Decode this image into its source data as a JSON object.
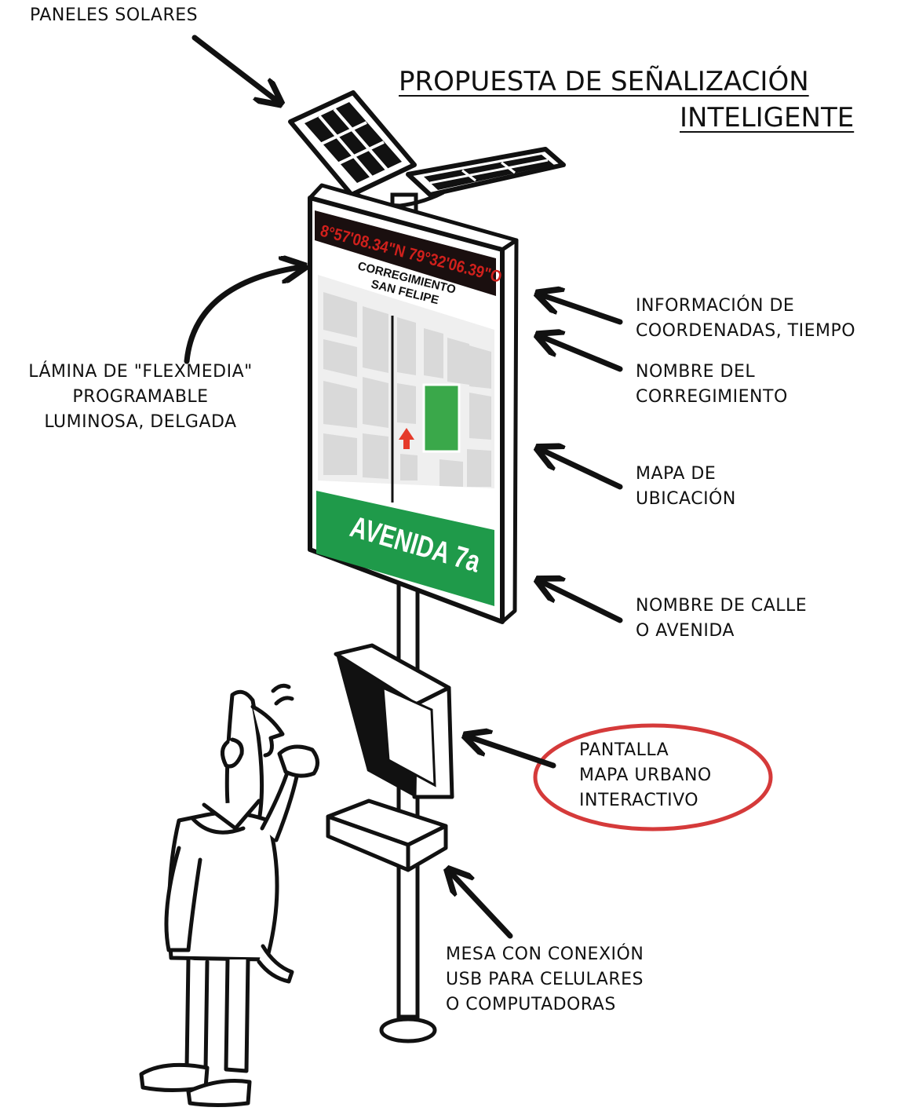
{
  "title": {
    "line1": "PROPUESTA DE SEÑALIZACIÓN",
    "line2": "INTELIGENTE"
  },
  "labels": {
    "paneles": "PANELES SOLARES",
    "lamina": [
      "LÁMINA DE \"FLEXMEDIA\"",
      "PROGRAMABLE",
      "LUMINOSA, DELGADA"
    ],
    "informacion": [
      "INFORMACIÓN DE",
      "COORDENADAS, TIEMPO"
    ],
    "nombre_corregimiento": [
      "NOMBRE DEL",
      "CORREGIMIENTO"
    ],
    "mapa_ubicacion": [
      "MAPA DE",
      "UBICACIÓN"
    ],
    "nombre_calle": [
      "NOMBRE DE CALLE",
      "O AVENIDA"
    ],
    "pantalla": [
      "PANTALLA",
      "MAPA URBANO",
      "INTERACTIVO"
    ],
    "mesa": [
      "MESA CON CONEXIÓN",
      "USB PARA CELULARES",
      "O COMPUTADORAS"
    ]
  },
  "sign": {
    "coordinates": "8°57'08.34\"N 79°32'06.39\"O",
    "district_line1": "CORREGIMIENTO",
    "district_line2": "SAN FELIPE",
    "street": "AVENIDA 7a"
  },
  "colors": {
    "ink": "#111111",
    "coord_band": "#1a0f0f",
    "coord_text": "#d0201c",
    "street_green": "#1f9a4a",
    "park_green": "#3aa84a",
    "location_marker": "#e53a2a",
    "highlight_circle": "#d53a3a",
    "map_block": "#d9d9d9"
  },
  "icons": [
    "solar-panel-icon",
    "location-marker-icon"
  ]
}
